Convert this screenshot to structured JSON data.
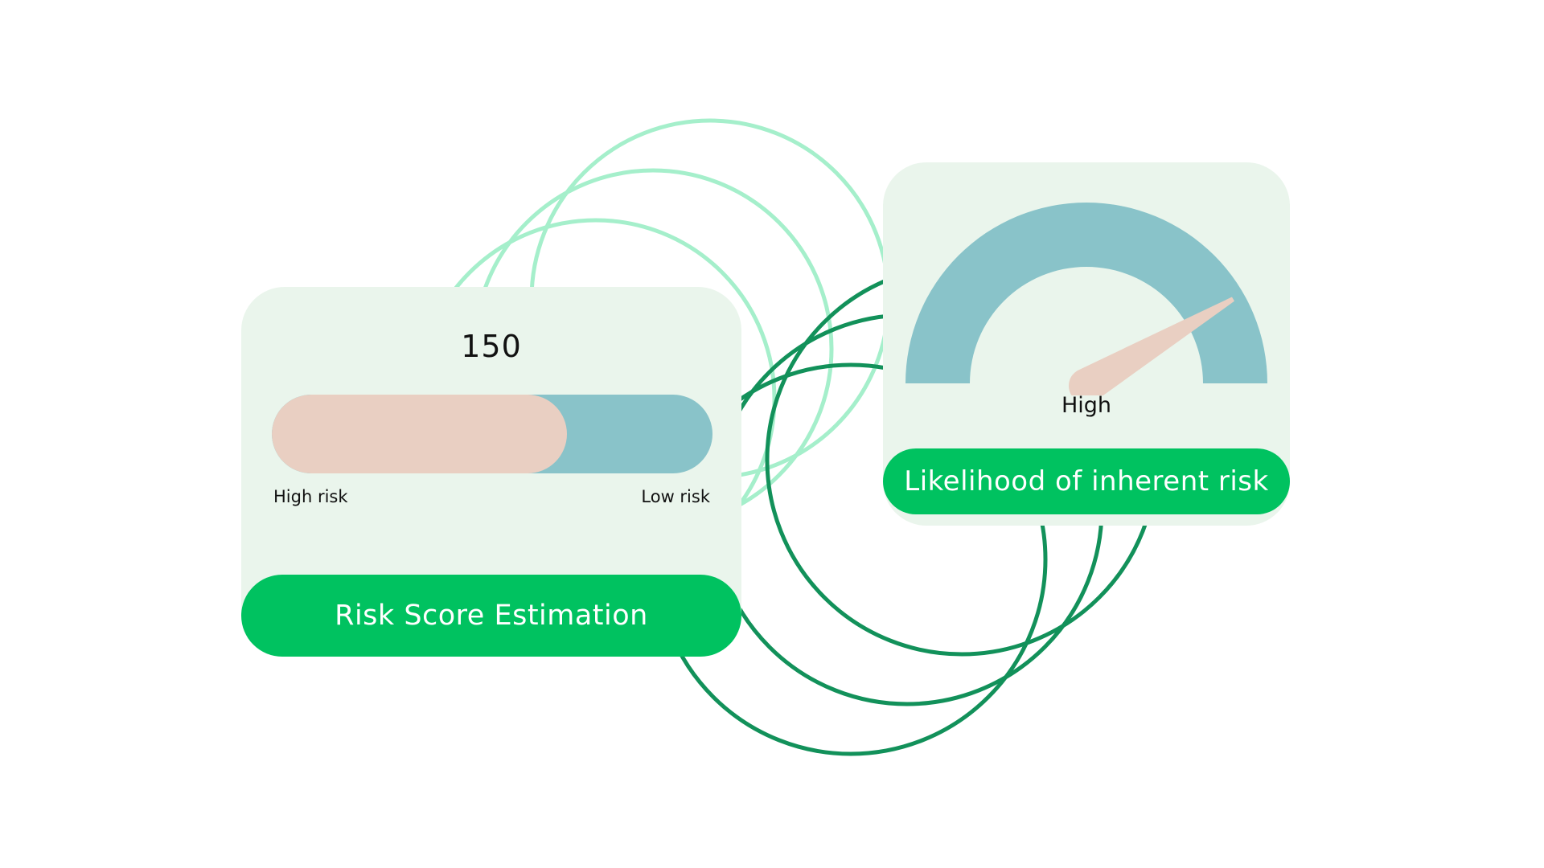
{
  "score_card": {
    "score": "150",
    "meter_fill_fraction": 0.67,
    "left_label": "High risk",
    "right_label": "Low risk",
    "title": "Risk Score Estimation"
  },
  "gauge_card": {
    "needle_fraction": 0.83,
    "level_label": "High",
    "title": "Likelihood of inherent risk"
  },
  "colors": {
    "card_bg": "#eaf5ec",
    "pill_green": "#00c260",
    "meter_teal": "#89c3c9",
    "meter_peach": "#e9cfc2",
    "ring_light": "#a5efcb",
    "ring_dark": "#12915a"
  }
}
